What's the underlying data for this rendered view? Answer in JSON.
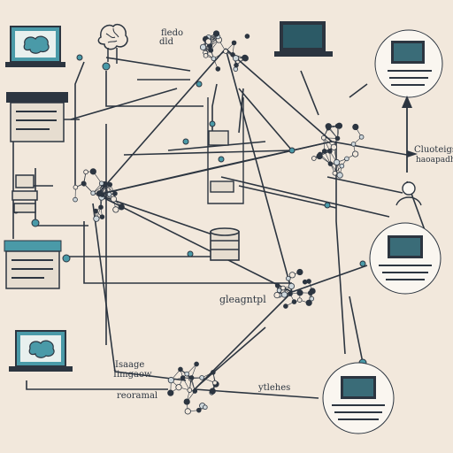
{
  "colors": {
    "background": "#f2e8dc",
    "ink": "#2c3540",
    "teal": "#4a9aa8",
    "panel": "#e6ddd0",
    "node_light": "#cfd8dc"
  },
  "labels": {
    "top_center_1": "fledo",
    "top_center_2": "dld",
    "right_1": "Cluoteigs",
    "right_2": "haoapadh",
    "mid": "gleagntpl",
    "bottom_left_1": "Isaage",
    "bottom_left_2": "Iimgaow",
    "bottom_left_3": "reoramal",
    "bottom_center": "ytlehes"
  },
  "icons": {
    "brain": "brain-icon",
    "laptop": "laptop-icon",
    "document": "document-icon",
    "database": "database-icon",
    "cylinder": "cylinder-icon",
    "arrow": "arrow-up-icon",
    "network": "neural-network-icon"
  }
}
